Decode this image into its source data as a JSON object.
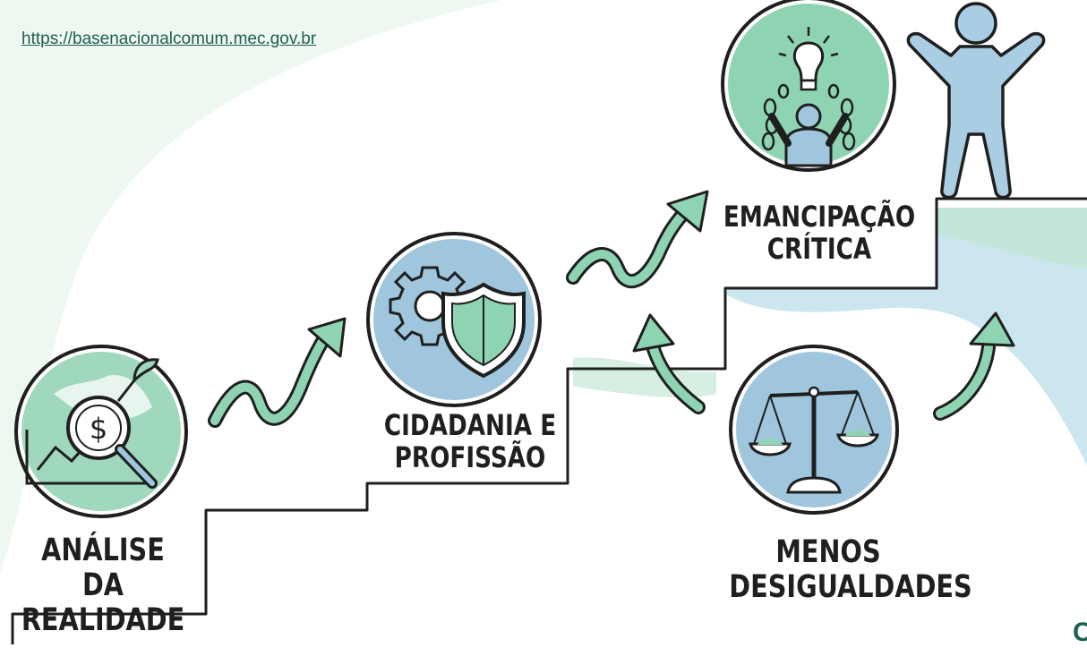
{
  "source_link": "https://basenacionalcomum.mec.gov.br",
  "steps": [
    {
      "line1": "ANÁLISE DA",
      "line2": "REALIDADE",
      "icon": "magnifier-dollar-growth-icon"
    },
    {
      "line1": "CIDADANIA E",
      "line2": "PROFISSÃO",
      "icon": "gear-shield-icon"
    },
    {
      "line1": "EMANCIPAÇÃO",
      "line2": "CRÍTICA",
      "icon": "lightbulb-broken-chains-icon"
    },
    {
      "line1": "MENOS",
      "line2": "DESIGUALDADES",
      "icon": "balance-scale-icon"
    }
  ],
  "figure": {
    "icon": "person-arms-raised-icon"
  },
  "corner_glyph": "C",
  "colors": {
    "mint": "#8fd4b2",
    "blue": "#9fc6dd",
    "ink": "#1f1f1f",
    "link": "#1f5e55",
    "bg_tint": "#eef8f1"
  }
}
